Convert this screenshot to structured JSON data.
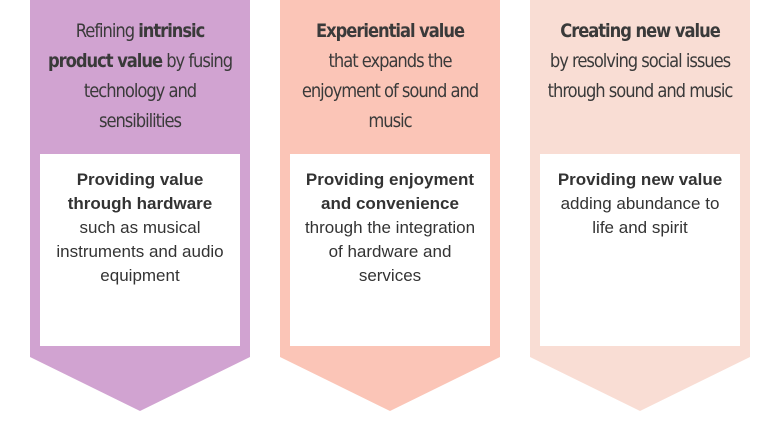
{
  "colors": {
    "column_1": "#d1a3d1",
    "column_2": "#fbc5b7",
    "column_3": "#f9ddd4",
    "text": "#333333",
    "box_background": "#ffffff"
  },
  "columns": [
    {
      "heading": {
        "pre": "Refining ",
        "bold": "intrinsic product value",
        "post": " by fusing technology and sensibilities"
      },
      "detail": {
        "bold": "Providing value through hardware",
        "post": " such as musical instruments and audio equipment"
      }
    },
    {
      "heading": {
        "pre": "",
        "bold": "Experiential value",
        "post": " that expands the enjoyment of sound and music"
      },
      "detail": {
        "bold": "Providing enjoyment and convenience",
        "post": " through the integration of hardware and services"
      }
    },
    {
      "heading": {
        "pre": "",
        "bold": "Creating new value",
        "post": " by resolving social issues through sound and music"
      },
      "detail": {
        "bold": "Providing new value",
        "post": " adding abundance to life and spirit"
      }
    }
  ]
}
